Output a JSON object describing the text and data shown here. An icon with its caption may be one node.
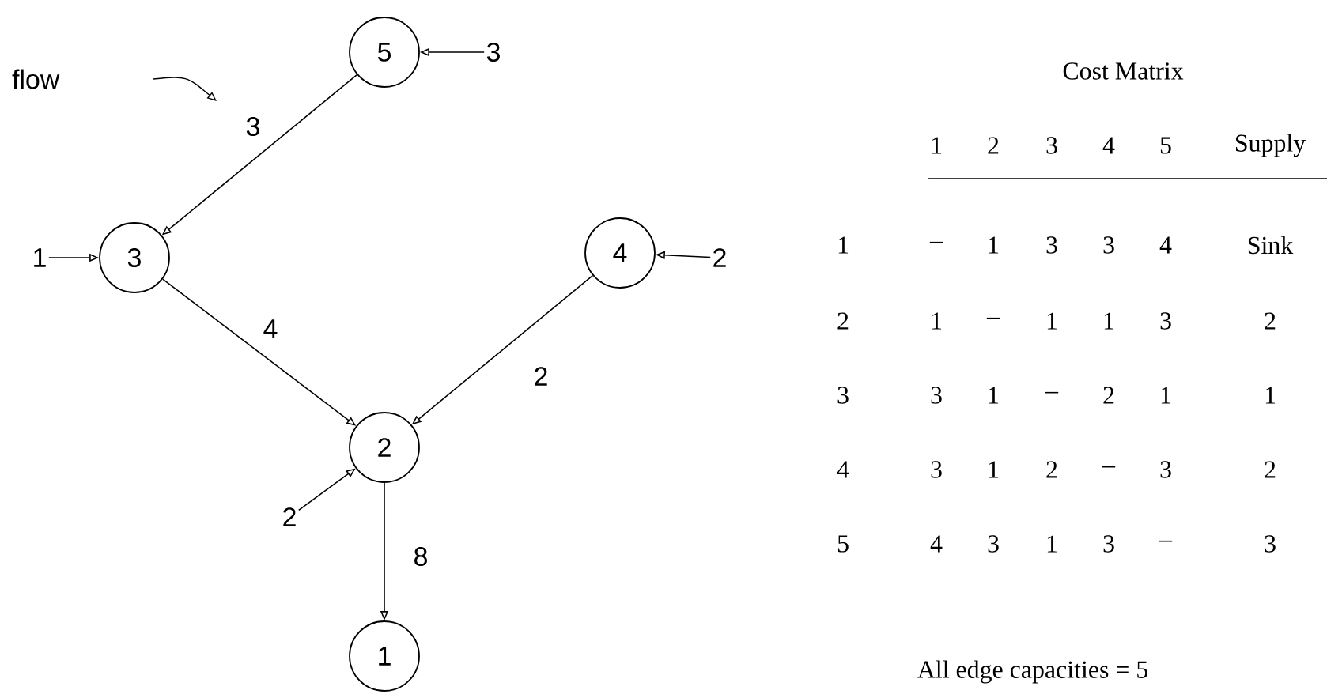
{
  "diagram": {
    "title": "Cost Matrix",
    "nodes": [
      {
        "text": [
          "5"
        ]
      },
      {
        "text": [
          "3"
        ]
      },
      {
        "text": [
          "1"
        ]
      },
      {
        "text": [
          "3"
        ]
      },
      {
        "text": [
          "4"
        ]
      },
      {
        "text": [
          "2"
        ]
      },
      {
        "text": [
          "2"
        ]
      },
      {
        "text": [
          "2"
        ]
      },
      {
        "text": [
          "1"
        ]
      }
    ],
    "edges": [
      {
        "from": 1,
        "to": 0,
        "arrow": "to"
      },
      {
        "from": 0,
        "to": 3,
        "arrow": "to",
        "label": "3"
      },
      {
        "from": 2,
        "to": 3,
        "arrow": "to"
      },
      {
        "from": 5,
        "to": 4,
        "arrow": "to"
      },
      {
        "from": 3,
        "to": 6,
        "arrow": "to",
        "label": "4"
      },
      {
        "from": 4,
        "to": 6,
        "arrow": "to",
        "label": "2"
      },
      {
        "from": 7,
        "to": 6,
        "arrow": "to"
      },
      {
        "from": 6,
        "to": 8,
        "arrow": "to",
        "label": "8"
      }
    ],
    "labels": [
      "flow",
      "1",
      "2",
      "3",
      "4",
      "5",
      "Supply",
      "1",
      "–",
      "1",
      "3",
      "3",
      "4",
      "Sink",
      "2",
      "1",
      "–",
      "1",
      "1",
      "3",
      "2",
      "3",
      "3",
      "1",
      "–",
      "2",
      "1",
      "1",
      "4",
      "3",
      "1",
      "2",
      "–",
      "3",
      "2",
      "5",
      "4",
      "3",
      "1",
      "3",
      "–",
      "3",
      "All edge capacities = 5"
    ]
  }
}
